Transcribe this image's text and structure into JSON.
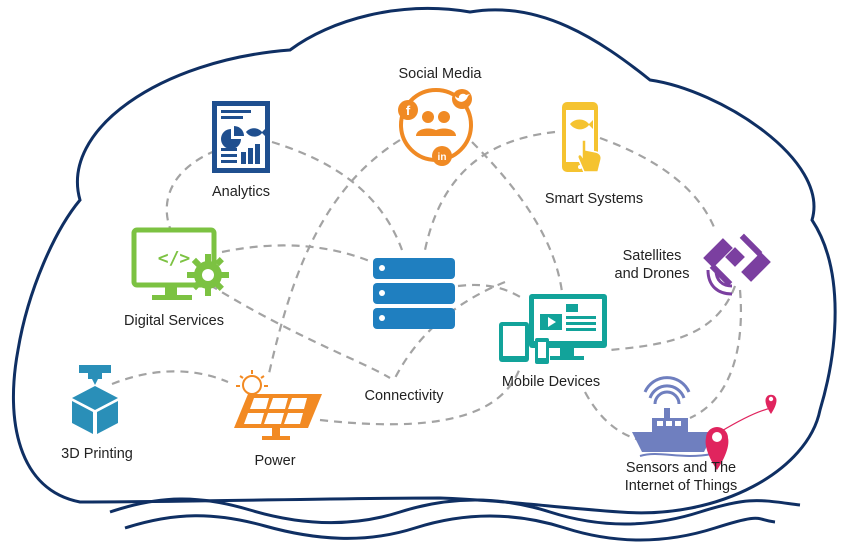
{
  "labels": {
    "social_media": "Social Media",
    "analytics": "Analytics",
    "smart_systems": "Smart Systems",
    "satellites_line1": "Satellites",
    "satellites_line2": "and Drones",
    "digital_services": "Digital Services",
    "mobile_devices": "Mobile Devices",
    "connectivity": "Connectivity",
    "printing_3d": "3D Printing",
    "power": "Power",
    "sensors_line1": "Sensors and The",
    "sensors_line2": "Internet of Things"
  },
  "icons": {
    "social_media": "social-media-icon",
    "analytics": "analytics-report-icon",
    "smart_systems": "smartphone-touch-icon",
    "satellites": "satellite-icon",
    "digital_services": "computer-code-gear-icon",
    "connectivity": "server-stack-icon",
    "mobile_devices": "mobile-devices-icon",
    "printing_3d": "3d-printer-icon",
    "power": "solar-panel-icon",
    "sensors": "boat-sensor-icon",
    "location": "map-pin-icon"
  },
  "colors": {
    "cloud_outline": "#0f2f63",
    "connector": "#a3a3a3",
    "analytics": "#1f4f8f",
    "social_media": "#f08a24",
    "smart_systems": "#f5c330",
    "satellites": "#7b3fa0",
    "digital_services": "#7cc242",
    "connectivity": "#1f7fc0",
    "mobile_devices": "#12a39a",
    "printing_3d": "#2a8fb8",
    "power": "#f28a23",
    "sensors": "#6f7fbf",
    "location": "#e0245e"
  }
}
